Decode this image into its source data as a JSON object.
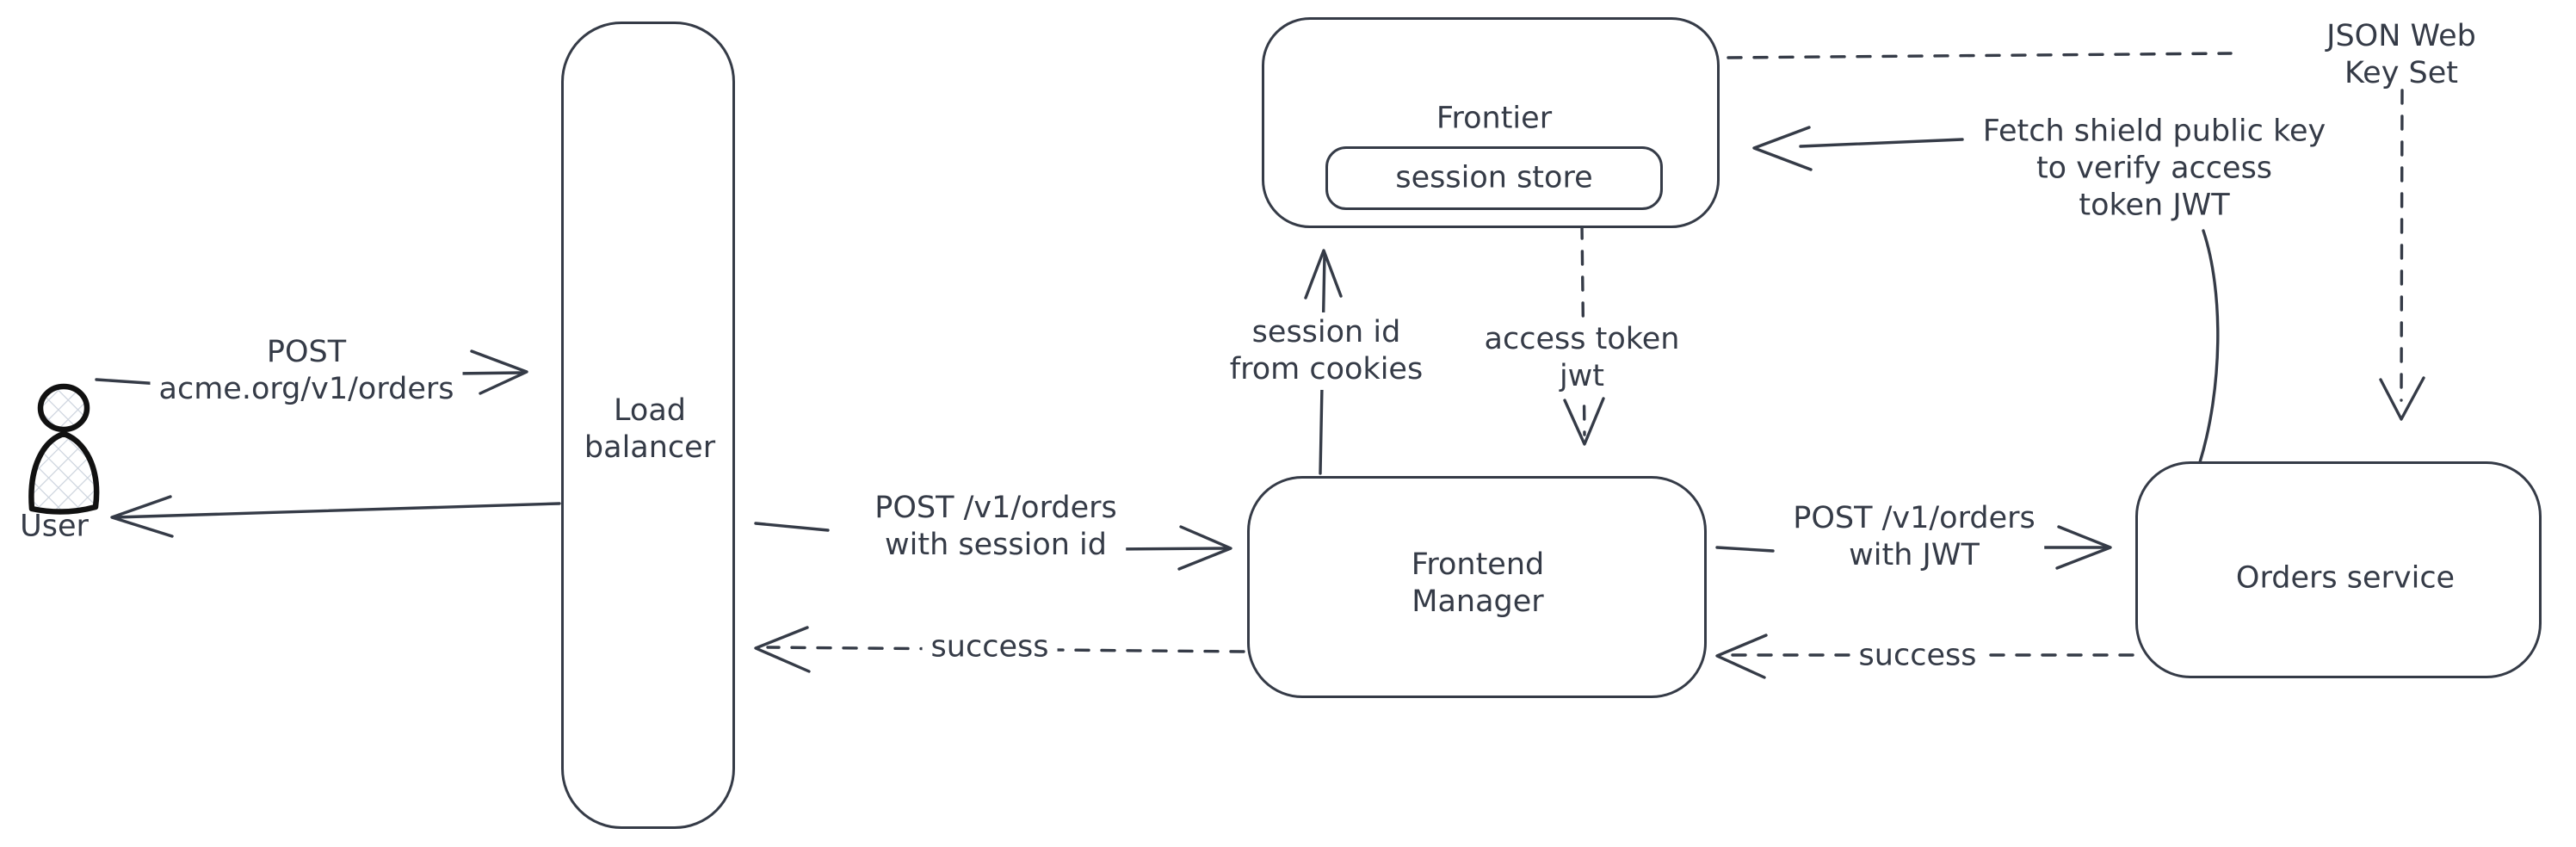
{
  "colors": {
    "ink": "#353b47",
    "figure_stroke": "#111111",
    "hatch_fill": "#ccd3dd",
    "background": "#ffffff"
  },
  "nodes": {
    "user": {
      "label": "User"
    },
    "load_balancer": {
      "label": "Load\nbalancer"
    },
    "frontier": {
      "label": "Frontier"
    },
    "session_store": {
      "label": "session store"
    },
    "frontend_manager": {
      "label": "Frontend\nManager"
    },
    "orders_service": {
      "label": "Orders service"
    },
    "jwks": {
      "label": "JSON Web Key Set"
    }
  },
  "edges": {
    "user_to_lb": {
      "label": "POST\nacme.org/v1/orders"
    },
    "lb_to_fm": {
      "label": "POST /v1/orders\nwith session id"
    },
    "fm_to_frontier": {
      "label": "session id\nfrom cookies"
    },
    "frontier_to_fm": {
      "label": "access token\njwt"
    },
    "fm_to_orders": {
      "label": "POST /v1/orders\nwith JWT"
    },
    "fm_to_lb_success": {
      "label": "success"
    },
    "orders_to_fm_success": {
      "label": "success"
    },
    "orders_to_frontier": {
      "label": "Fetch shield public key\nto verify access\ntoken JWT"
    }
  }
}
